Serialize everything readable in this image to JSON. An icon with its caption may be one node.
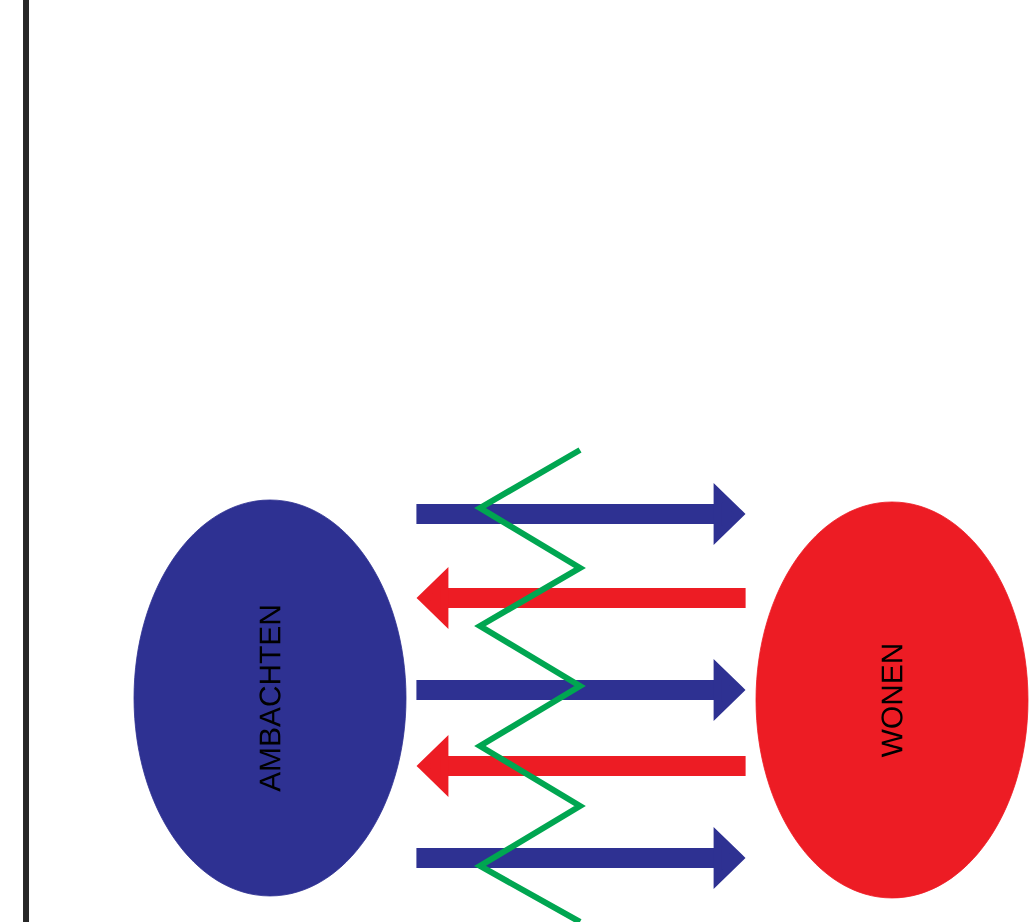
{
  "diagram": {
    "nodes": [
      {
        "text": [
          "AMBACHTEN"
        ]
      },
      {
        "text": [
          "WONEN"
        ]
      }
    ],
    "edges": [
      {
        "from": 0,
        "to": 1,
        "arrow": "to"
      },
      {
        "from": 1,
        "to": 0,
        "arrow": "to",
        "color": "#ed1c24"
      },
      {
        "from": 0,
        "to": 1,
        "arrow": "to"
      },
      {
        "from": 1,
        "to": 0,
        "arrow": "to",
        "color": "#ed1c24"
      },
      {
        "from": 0,
        "to": 1,
        "arrow": "to"
      }
    ]
  }
}
